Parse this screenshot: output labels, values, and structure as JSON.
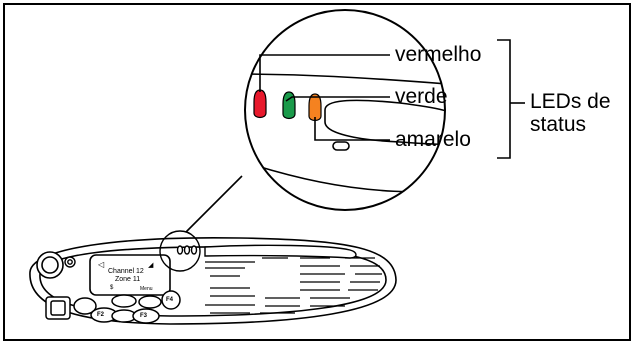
{
  "labels": {
    "red": "vermelho",
    "green": "verde",
    "amber": "amarelo",
    "group_line1": "LEDs de",
    "group_line2": "status"
  },
  "radio_display": {
    "channel": "Channel 12",
    "zone": "Zone 11",
    "softkey_left": "$",
    "softkey_right": "Menu",
    "keys": [
      "F2",
      "F3",
      "F4"
    ]
  },
  "colors": {
    "led_red": "#e8192c",
    "led_green": "#1a9a4a",
    "led_amber": "#f58220",
    "outline": "#000000",
    "background": "#ffffff"
  }
}
